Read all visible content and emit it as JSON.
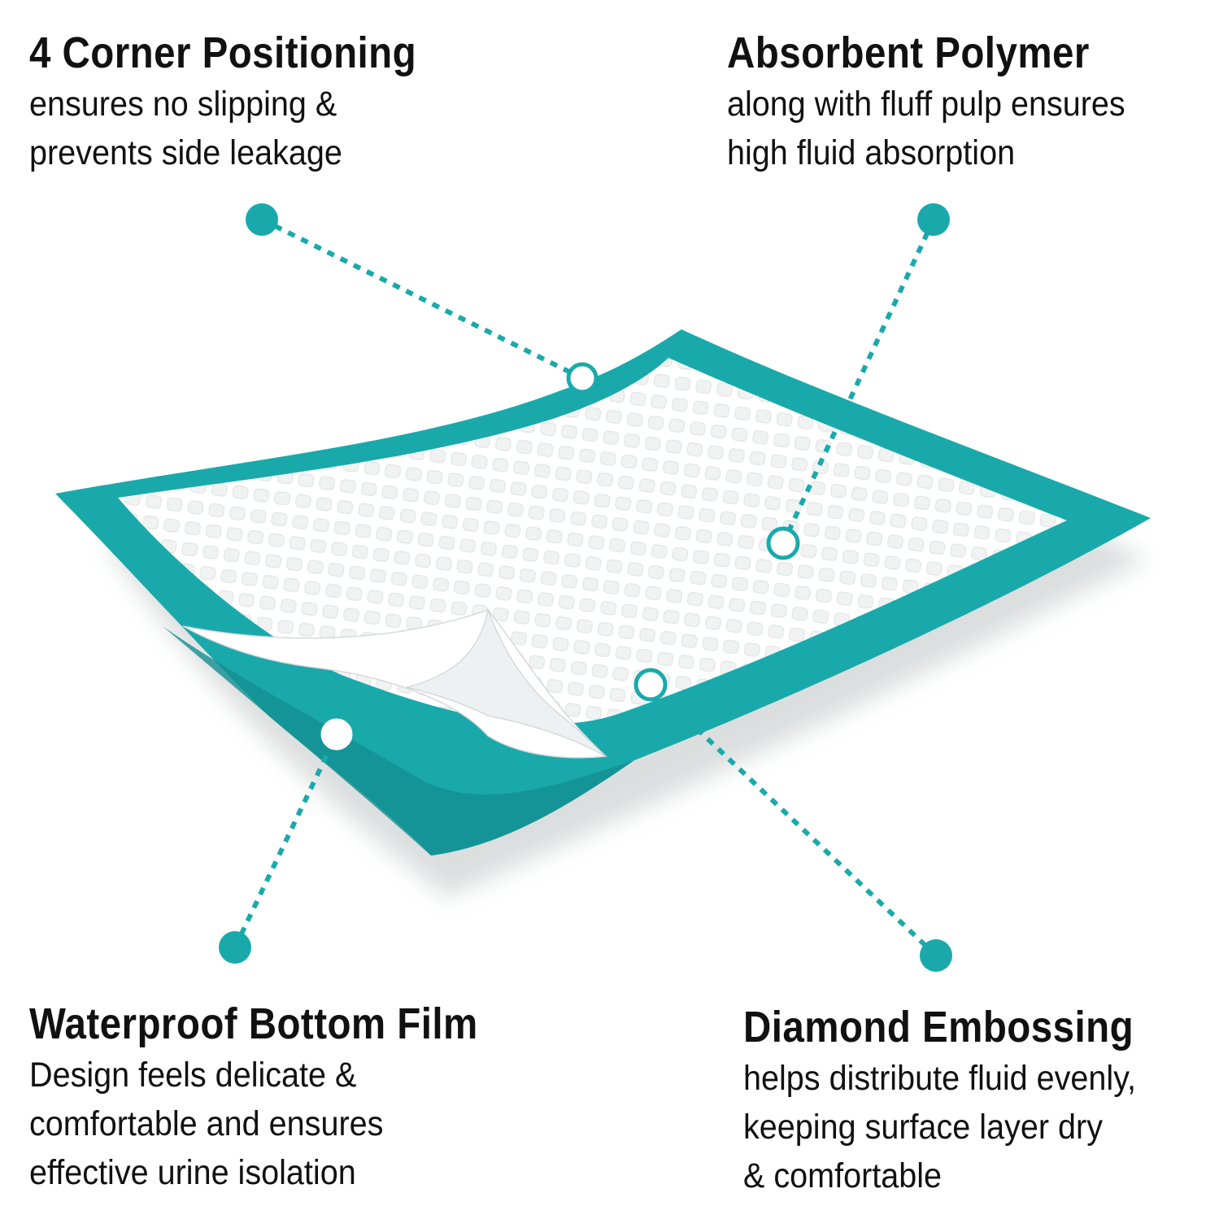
{
  "features": [
    {
      "title": "4 Corner Positioning",
      "lines": [
        "ensures no slipping &",
        "prevents side leakage"
      ]
    },
    {
      "title": "Absorbent Polymer",
      "lines": [
        "along with fluff pulp ensures",
        "high fluid absorption"
      ]
    },
    {
      "title": "Waterproof Bottom Film",
      "lines": [
        "Design feels delicate &",
        "comfortable and ensures",
        "effective urine isolation"
      ]
    },
    {
      "title": "Diamond Embossing",
      "lines": [
        "helps distribute fluid evenly,",
        "keeping surface layer dry",
        "& comfortable"
      ]
    }
  ],
  "colors": {
    "accent": "#1aa9ab",
    "accent_dark": "#11898b",
    "pad": "#ffffff",
    "text": "#111111"
  }
}
